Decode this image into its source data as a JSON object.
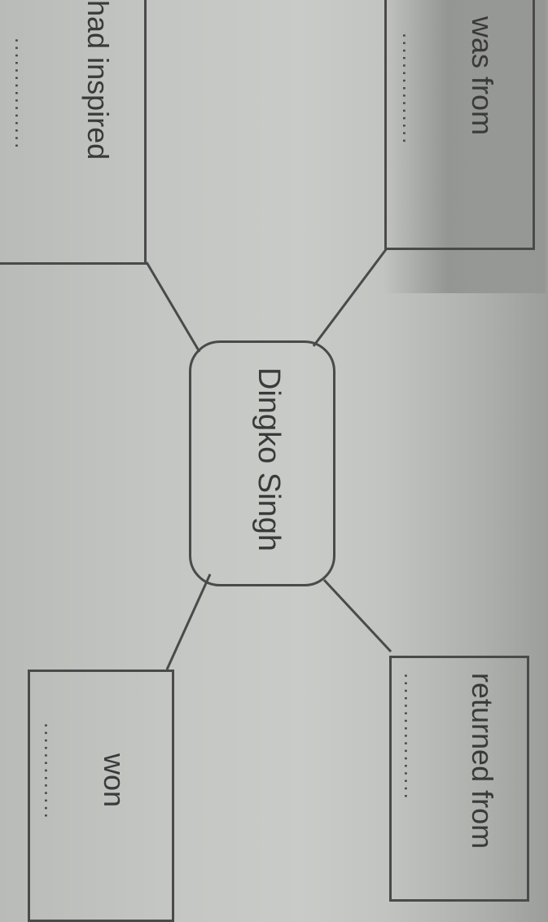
{
  "diagram": {
    "type": "mind-map worksheet",
    "center": {
      "label": "Dingko Singh"
    },
    "branches": [
      {
        "id": "was-from",
        "prompt": "was from",
        "blank": "..............."
      },
      {
        "id": "had-inspired",
        "prompt": "had inspired",
        "blank": "..............."
      },
      {
        "id": "returned-from",
        "prompt": "returned from",
        "blank": "................."
      },
      {
        "id": "won",
        "prompt": "won",
        "blank": "............."
      }
    ]
  },
  "colors": {
    "paper": "#c6c8c5",
    "ink": "#3a3a3a"
  }
}
